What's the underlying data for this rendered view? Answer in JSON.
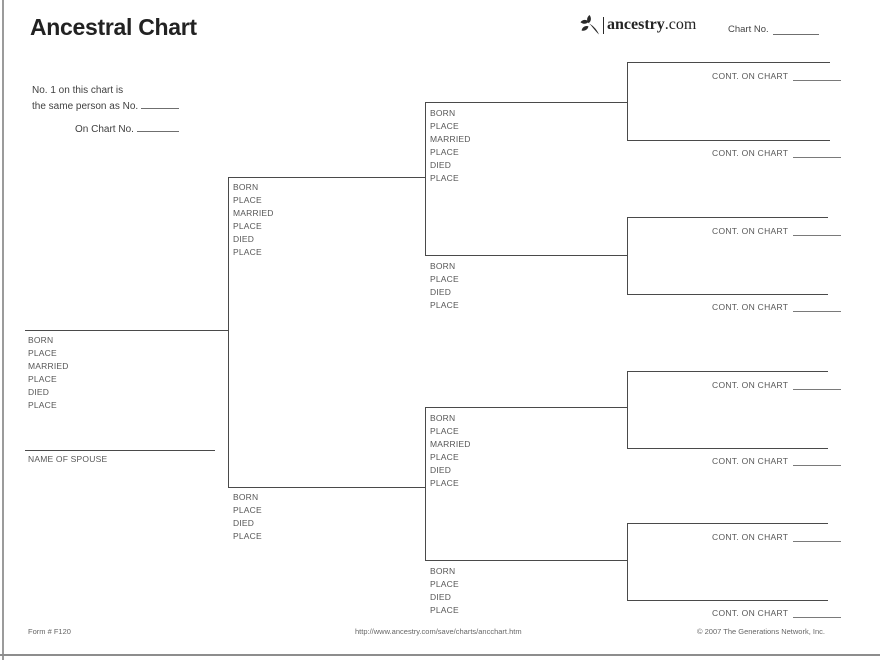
{
  "header": {
    "title": "Ancestral Chart",
    "logo_brand": "ancestry",
    "logo_suffix": ".com",
    "chart_no_label": "Chart No."
  },
  "instructions": {
    "line1": "No. 1 on this chart is",
    "line2": "the same person as No.",
    "line3": "On Chart No."
  },
  "labels": {
    "born": "BORN",
    "place": "PLACE",
    "married": "MARRIED",
    "died": "DIED",
    "spouse": "NAME OF SPOUSE",
    "cont": "CONT. ON CHART"
  },
  "footer": {
    "form_number": "Form # F120",
    "url": "http://www.ancestry.com/save/charts/ancchart.htm",
    "copyright": "© 2007 The Generations Network, Inc."
  },
  "colors": {
    "line": "#4a4a4a",
    "label_text": "#575757",
    "frame": "#9b9b9b"
  }
}
